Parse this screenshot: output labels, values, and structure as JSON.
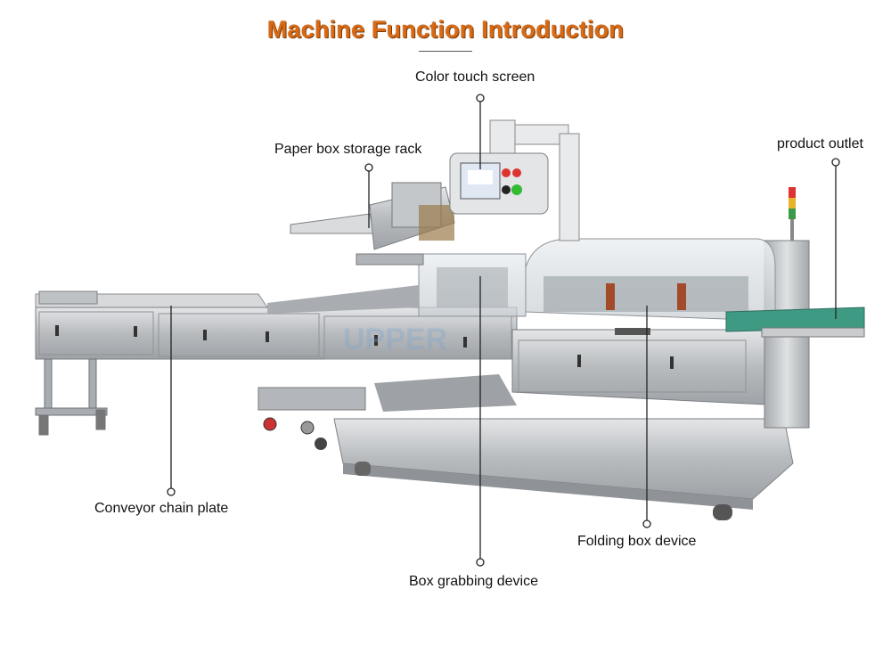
{
  "title": "Machine Function Introduction",
  "callouts": {
    "color_touch_screen": "Color touch screen",
    "paper_box_storage_rack": "Paper box storage rack",
    "product_outlet": "product outlet",
    "conveyor_chain_plate": "Conveyor chain plate",
    "box_grabbing_device": "Box grabbing device",
    "folding_box_device": "Folding box device"
  },
  "watermark": "UPPER",
  "colors": {
    "title": "#d96a13",
    "steel": "#c9cbcd",
    "steel_dark": "#8e9194",
    "belt": "#3f9a83"
  }
}
